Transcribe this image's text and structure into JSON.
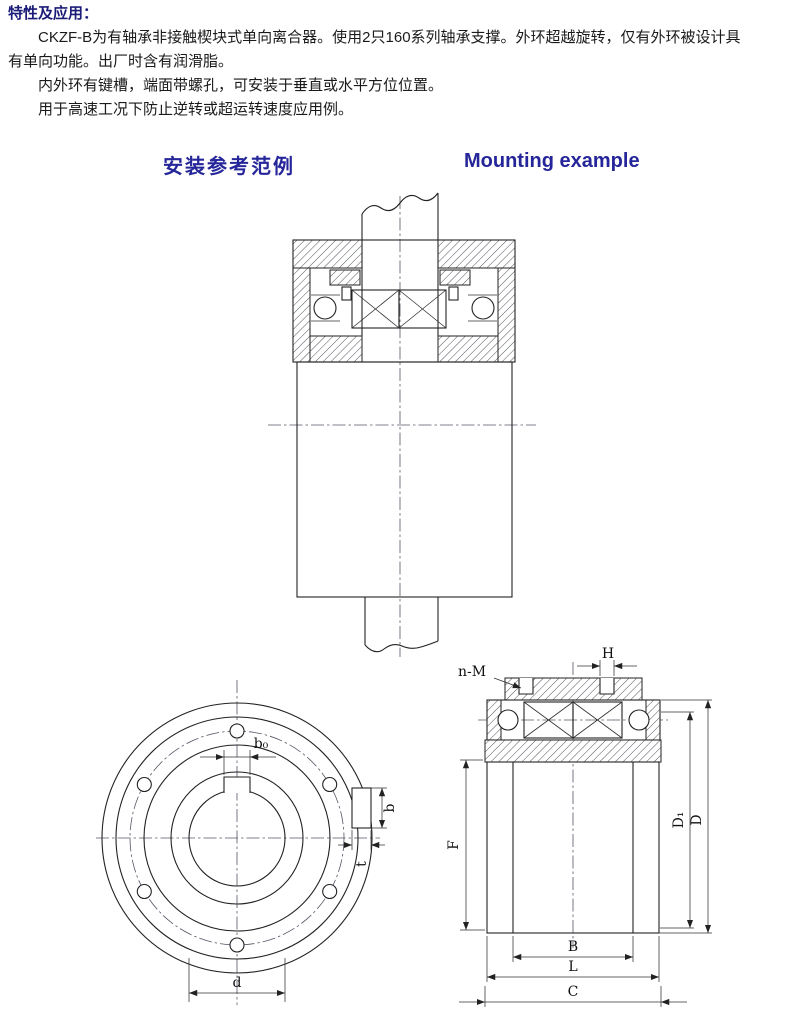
{
  "page": {
    "background": "#ffffff",
    "heading_color": "#1b1b78",
    "title_color": "#26269b",
    "text_color": "#1a1a1a",
    "line_color": "#222222"
  },
  "intro": {
    "heading": "特性及应用：",
    "para1": "CKZF-B为有轴承非接触楔块式单向离合器。使用2只160系列轴承支撑。外环超越旋转，仅有外环被设计具有单向功能。出厂时含有润滑脂。",
    "para2": "内外环有键槽，端面带螺孔，可安装于垂直或水平方位位置。",
    "para3": "用于高速工况下防止逆转或超运转速度应用例。"
  },
  "titles": {
    "zh": "安装参考范例",
    "en": "Mounting example"
  },
  "labels": {
    "front": {
      "b0": "b₀",
      "key_b": "b",
      "key_t": "t",
      "d": "d"
    },
    "section": {
      "nm": "n-M",
      "h": "H",
      "f": "F",
      "d1": "D₁",
      "d": "D",
      "b": "B",
      "l": "L",
      "c": "C"
    }
  }
}
